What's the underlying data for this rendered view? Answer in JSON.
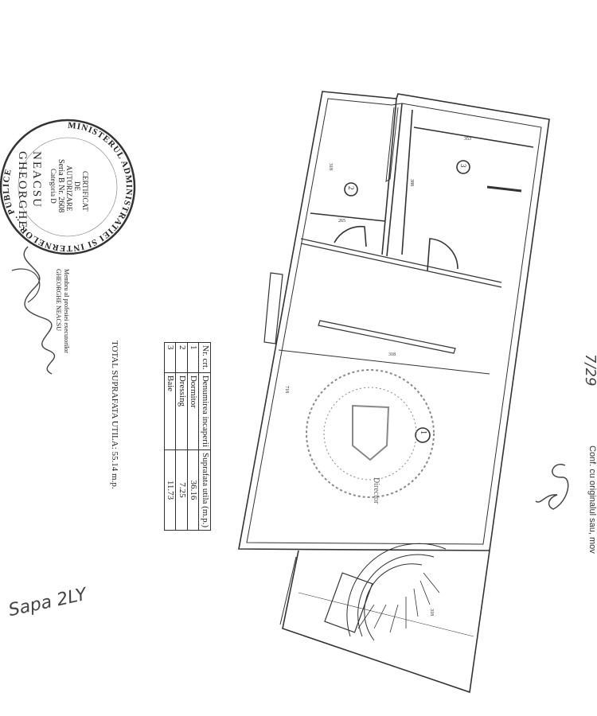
{
  "stamp_authorization": {
    "ring_text": "MINISTERUL ADMINISTRATIEI SI INTERNELOR ... PUBLICE",
    "lines": [
      "CERTIFICAT",
      "DE",
      "AUTORIZARE",
      "Seria B Nr. 2608",
      "Categoria D"
    ],
    "name": "NEACSU GHEORGHE",
    "side_text": "Membru al profesiei executorilor",
    "side_name": "GHEORGHE NEACSU"
  },
  "area_table": {
    "headers": [
      "Nr. crt.",
      "Denumirea incaperii",
      "Suprafata utila (m.p.)"
    ],
    "rows": [
      {
        "nr": "1",
        "name": "Dormitor",
        "area": "36.16"
      },
      {
        "nr": "2",
        "name": "Dressing",
        "area": "7.25"
      },
      {
        "nr": "3",
        "name": "Baie",
        "area": "11.73"
      }
    ],
    "total": "TOTAL SUPRAFATA UTILA: 55.14 m.p."
  },
  "floor_plan": {
    "room_labels": [
      "1",
      "2",
      "3"
    ],
    "dimensions": [
      "318",
      "265",
      "318",
      "388",
      "353",
      "318",
      "718"
    ]
  },
  "seal_round": {
    "center_label": "Director"
  },
  "annotations": {
    "handwritten_left": "Sapa 2LY",
    "handwritten_top_right": "7/29",
    "certification_text": "Conf. cu originalul sau, mov"
  }
}
